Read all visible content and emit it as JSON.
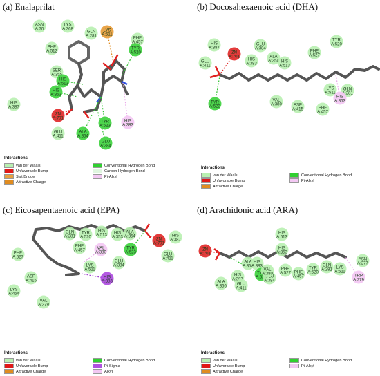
{
  "panels": [
    {
      "title": "(a) Enalaprilat",
      "legend_title": "Interactions",
      "legend": [
        {
          "label": "van der Waals",
          "color": "#b8f0b0"
        },
        {
          "label": "Unfavorable Bump",
          "color": "#e01818"
        },
        {
          "label": "Salt Bridge",
          "color": "#e8a040"
        },
        {
          "label": "Attractive Charge",
          "color": "#e08c20"
        },
        {
          "label": "Conventional Hydrogen Bond",
          "color": "#30d030"
        },
        {
          "label": "Carbon Hydrogen Bond",
          "color": "#dff5df"
        },
        {
          "label": "Pi-Alkyl",
          "color": "#f3c8f3"
        }
      ],
      "residues": [
        {
          "line1": "ASN",
          "line2": "A:70",
          "type": "vdw"
        },
        {
          "line1": "LYS",
          "line2": "A:368",
          "type": "vdw"
        },
        {
          "line1": "GLN",
          "line2": "A:281",
          "type": "vdw"
        },
        {
          "line1": "LYS",
          "line2": "A:511",
          "type": "charge"
        },
        {
          "line1": "PHE",
          "line2": "A:457",
          "type": "vdw"
        },
        {
          "line1": "PHE",
          "line2": "A:512",
          "type": "vdw"
        },
        {
          "line1": "TYR",
          "line2": "A:520",
          "type": "hbond"
        },
        {
          "line1": "SER",
          "line2": "A:355",
          "type": "vdw"
        },
        {
          "line1": "HIS",
          "line2": "A:513",
          "type": "hbond"
        },
        {
          "line1": "HIS",
          "line2": "A:353",
          "type": "hbond"
        },
        {
          "line1": "HIS",
          "line2": "A:387",
          "type": "vdw"
        },
        {
          "line1": "ZN",
          "line2": "A:701",
          "type": "bump"
        },
        {
          "line1": "TYR",
          "line2": "A:523",
          "type": "hbond"
        },
        {
          "line1": "HIS",
          "line2": "A:383",
          "type": "pialkyl"
        },
        {
          "line1": "GLU",
          "line2": "A:411",
          "type": "vdw"
        },
        {
          "line1": "ALA",
          "line2": "A:354",
          "type": "hbond"
        },
        {
          "line1": "GLU",
          "line2": "A:384",
          "type": "hbond"
        }
      ]
    },
    {
      "title": "(b) Docosahexaenoic acid (DHA)",
      "legend_title": "Interactions",
      "legend": [
        {
          "label": "van der Waals",
          "color": "#b8f0b0"
        },
        {
          "label": "Unfavorable Bump",
          "color": "#e01818"
        },
        {
          "label": "Attractive Charge",
          "color": "#e08c20"
        },
        {
          "label": "Conventional Hydrogen Bond",
          "color": "#30d030"
        },
        {
          "label": "Pi-Alkyl",
          "color": "#f3c8f3"
        }
      ],
      "residues": [
        {
          "line1": "HIS",
          "line2": "A:387",
          "type": "vdw"
        },
        {
          "line1": "ZN",
          "line2": "A:701",
          "type": "bump"
        },
        {
          "line1": "GLU",
          "line2": "A:384",
          "type": "vdw"
        },
        {
          "line1": "ALA",
          "line2": "A:354",
          "type": "vdw"
        },
        {
          "line1": "PHE",
          "line2": "A:527",
          "type": "vdw"
        },
        {
          "line1": "TYR",
          "line2": "A:520",
          "type": "vdw"
        },
        {
          "line1": "GLU",
          "line2": "A:411",
          "type": "vdw"
        },
        {
          "line1": "HIS",
          "line2": "A:383",
          "type": "vdw"
        },
        {
          "line1": "HIS",
          "line2": "A:513",
          "type": "vdw"
        },
        {
          "line1": "LYS",
          "line2": "A:511",
          "type": "vdw"
        },
        {
          "line1": "GLN",
          "line2": "A:281",
          "type": "vdw"
        },
        {
          "line1": "TYR",
          "line2": "A:523",
          "type": "hbond"
        },
        {
          "line1": "VAL",
          "line2": "A:380",
          "type": "vdw"
        },
        {
          "line1": "ASP",
          "line2": "A:415",
          "type": "vdw"
        },
        {
          "line1": "PHE",
          "line2": "A:457",
          "type": "vdw"
        },
        {
          "line1": "HIS",
          "line2": "A:353",
          "type": "pialkyl"
        }
      ]
    },
    {
      "title": "(c) Eicosapentaenoic acid (EPA)",
      "legend_title": "Interactions",
      "legend": [
        {
          "label": "van der Waals",
          "color": "#b8f0b0"
        },
        {
          "label": "Unfavorable Bump",
          "color": "#e01818"
        },
        {
          "label": "Attractive Charge",
          "color": "#e08c20"
        },
        {
          "label": "Conventional Hydrogen Bond",
          "color": "#30d030"
        },
        {
          "label": "Pi-Sigma",
          "color": "#b050e0"
        },
        {
          "label": "Alkyl",
          "color": "#f3c8f3"
        }
      ],
      "residues": [
        {
          "line1": "HIS",
          "line2": "A:387",
          "type": "vdw"
        },
        {
          "line1": "GLN",
          "line2": "A:281",
          "type": "vdw"
        },
        {
          "line1": "TYR",
          "line2": "A:520",
          "type": "vdw"
        },
        {
          "line1": "HIS",
          "line2": "A:513",
          "type": "vdw"
        },
        {
          "line1": "HIS",
          "line2": "A:353",
          "type": "vdw"
        },
        {
          "line1": "ALA",
          "line2": "A:354",
          "type": "vdw"
        },
        {
          "line1": "ZN",
          "line2": "A:701",
          "type": "bump"
        },
        {
          "line1": "PHE",
          "line2": "A:527",
          "type": "vdw"
        },
        {
          "line1": "PHE",
          "line2": "A:457",
          "type": "vdw"
        },
        {
          "line1": "VAL",
          "line2": "A:380",
          "type": "alkyl"
        },
        {
          "line1": "TYR",
          "line2": "A:523",
          "type": "hbond"
        },
        {
          "line1": "GLU",
          "line2": "A:411",
          "type": "vdw"
        },
        {
          "line1": "ASP",
          "line2": "A:415",
          "type": "vdw"
        },
        {
          "line1": "GLU",
          "line2": "A:384",
          "type": "vdw"
        },
        {
          "line1": "LYS",
          "line2": "A:511",
          "type": "vdw"
        },
        {
          "line1": "LYS",
          "line2": "A:454",
          "type": "vdw"
        },
        {
          "line1": "HIS",
          "line2": "A:383",
          "type": "pisigma"
        },
        {
          "line1": "VAL",
          "line2": "A:379",
          "type": "vdw"
        }
      ]
    },
    {
      "title": "(d) Arachidonic acid (ARA)",
      "legend_title": "Interactions",
      "legend": [
        {
          "label": "van der Waals",
          "color": "#b8f0b0"
        },
        {
          "label": "Unfavorable Bump",
          "color": "#e01818"
        },
        {
          "label": "Attractive Charge",
          "color": "#e08c20"
        },
        {
          "label": "Conventional Hydrogen Bond",
          "color": "#30d030"
        },
        {
          "label": "Pi-Alkyl",
          "color": "#f3c8f3"
        }
      ],
      "residues": [
        {
          "line1": "HIS",
          "line2": "A:513",
          "type": "vdw"
        },
        {
          "line1": "ZN",
          "line2": "A:701",
          "type": "bump"
        },
        {
          "line1": "HIS",
          "line2": "A:353",
          "type": "vdw"
        },
        {
          "line1": "ALA",
          "line2": "A:354",
          "type": "vdw"
        },
        {
          "line1": "HIS",
          "line2": "A:383",
          "type": "vdw"
        },
        {
          "line1": "HIS",
          "line2": "A:387",
          "type": "vdw"
        },
        {
          "line1": "TYR",
          "line2": "A:523",
          "type": "hbond"
        },
        {
          "line1": "GLU",
          "line2": "A:384",
          "type": "vdw"
        },
        {
          "line1": "VAL",
          "line2": "A:380",
          "type": "vdw"
        },
        {
          "line1": "PHE",
          "line2": "A:527",
          "type": "vdw"
        },
        {
          "line1": "PHE",
          "line2": "A:457",
          "type": "vdw"
        },
        {
          "line1": "TYR",
          "line2": "A:520",
          "type": "vdw"
        },
        {
          "line1": "GLN",
          "line2": "A:281",
          "type": "vdw"
        },
        {
          "line1": "LYS",
          "line2": "A:511",
          "type": "vdw"
        },
        {
          "line1": "ASN",
          "line2": "A:277",
          "type": "vdw"
        },
        {
          "line1": "TRP",
          "line2": "A:279",
          "type": "pialkyl"
        },
        {
          "line1": "ALA",
          "line2": "A:356",
          "type": "vdw"
        },
        {
          "line1": "GLU",
          "line2": "A:411",
          "type": "vdw"
        }
      ]
    }
  ],
  "type_colors": {
    "vdw": "#b8f0b0",
    "hbond": "#44d444",
    "bump": "#e23030",
    "charge": "#e8a040",
    "pialkyl": "#f3c8f3",
    "alkyl": "#f3c8f3",
    "pisigma": "#b050e0"
  }
}
